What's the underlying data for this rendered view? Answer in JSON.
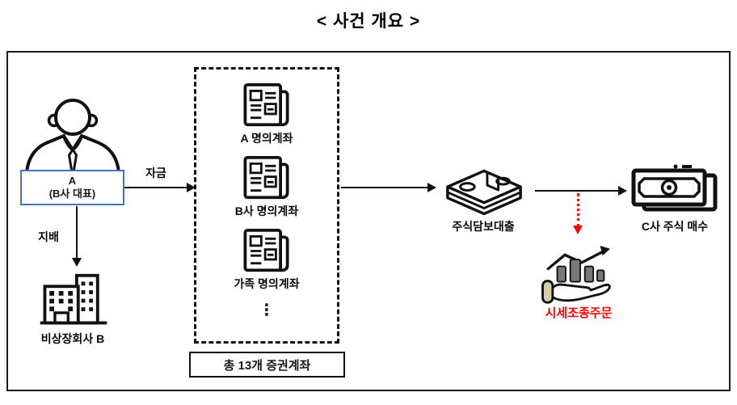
{
  "title": "< 사건 개요 >",
  "colors": {
    "accent_blue": "#4472C4",
    "alert_red": "#FF0000"
  },
  "actor": {
    "icon": "businessman-icon",
    "name_line1": "A",
    "name_line2": "(B사 대표)"
  },
  "edges": {
    "funds_label": "자금",
    "control_label": "지배"
  },
  "company": {
    "icon": "building-icon",
    "label": "비상장회사 B"
  },
  "accounts": {
    "items": [
      {
        "icon": "securities-account-icon",
        "label": "A 명의계좌"
      },
      {
        "icon": "securities-account-icon",
        "label": "B사 명의계좌"
      },
      {
        "icon": "securities-account-icon",
        "label": "가족 명의계좌"
      }
    ],
    "ellipsis": "⋮",
    "total_label": "총 13개 증권계좌"
  },
  "loan": {
    "icon": "cash-stack-icon",
    "label": "주식담보대출"
  },
  "purchase": {
    "icon": "banknote-icon",
    "label": "C사 주식 매수"
  },
  "manipulation": {
    "icon": "hand-chart-icon",
    "label": "시세조종주문"
  }
}
